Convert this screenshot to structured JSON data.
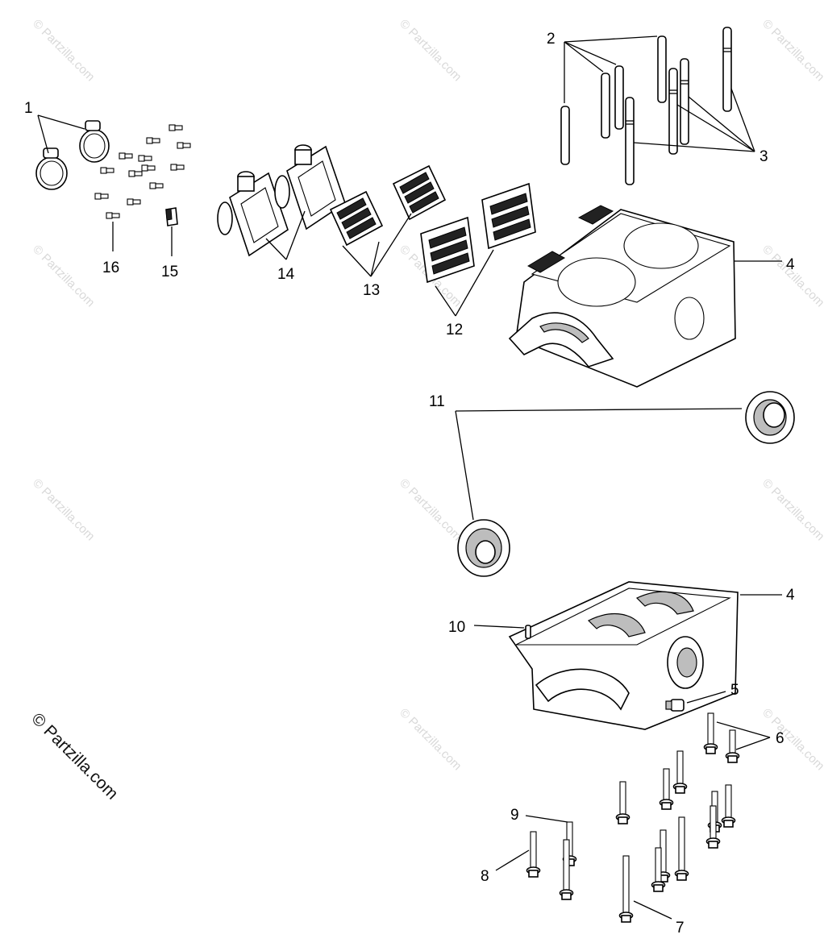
{
  "watermark": {
    "text": "© Partzilla.com",
    "repeat_text": "© Partzilla.com"
  },
  "callouts": {
    "c1": "1",
    "c2": "2",
    "c3": "3",
    "c4a": "4",
    "c4b": "4",
    "c5": "5",
    "c6": "6",
    "c7": "7",
    "c8": "8",
    "c9": "9",
    "c10": "10",
    "c11": "11",
    "c12": "12",
    "c13": "13",
    "c14": "14",
    "c15": "15",
    "c16": "16"
  },
  "parts": [
    "hose-clamp",
    "stud-short",
    "stud-long",
    "crankcase-half",
    "drain-plug",
    "bolt",
    "bolt-long",
    "bolt-medium",
    "bolt-short",
    "dowel-pin",
    "crankshaft-seal",
    "reed-valve-assembly",
    "reed-cage",
    "intake-manifold",
    "cable-clip",
    "screw"
  ]
}
